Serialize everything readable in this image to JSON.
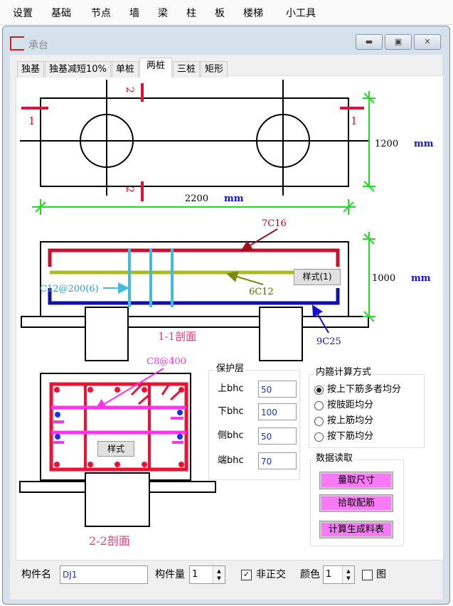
{
  "menu": [
    "设置",
    "基础",
    "节点",
    "墙",
    "梁",
    "柱",
    "板",
    "楼梯",
    "小工具"
  ],
  "window": {
    "title": "承台",
    "minimize": "▬",
    "maximize": "▣",
    "close": "✕"
  },
  "tabs": [
    "独基",
    "独基减短10%",
    "单桩",
    "两桩",
    "三桩",
    "矩形"
  ],
  "active_tab": "两桩",
  "plan": {
    "section1": "1",
    "section2": "2",
    "width": "2200",
    "height": "1200",
    "unit": "mm"
  },
  "section11": {
    "top_bar": "7C16",
    "middle_bar": "6C12",
    "bottom_bar": "9C25",
    "stirrup": "C12@200(6)",
    "style_button": "样式(1)",
    "title": "1-1剖面",
    "height": "1000",
    "unit": "mm"
  },
  "section22": {
    "stirrup": "C8@400",
    "style_button": "样式",
    "title": "2-2剖面"
  },
  "cover": {
    "title": "保护层",
    "fields": [
      {
        "label": "上bhc",
        "value": "50"
      },
      {
        "label": "下bhc",
        "value": "100"
      },
      {
        "label": "侧bhc",
        "value": "50"
      },
      {
        "label": "端bhc",
        "value": "70"
      }
    ]
  },
  "inner_stirrup": {
    "title": "内箍计算方式",
    "options": [
      "按上下筋多者均分",
      "按肢距均分",
      "按上筋均分",
      "按下筋均分"
    ],
    "selected": 0
  },
  "data_read": {
    "title": "数据读取",
    "buttons": [
      "量取尺寸",
      "拾取配筋",
      "计算生成料表"
    ]
  },
  "bottom": {
    "name_label": "构件名",
    "name_value": "DJ1",
    "qty_label": "构件量",
    "qty_value": "1",
    "nonortho_label": "非正交",
    "nonortho_checked": true,
    "color_label": "颜色",
    "color_value": "1",
    "pic_label": "图",
    "pic_checked": false
  },
  "colors": {
    "red": "#e0103a",
    "magenta": "#ff33ee",
    "green": "#22dd22",
    "blue": "#1111cc",
    "cyan": "#44bbdd",
    "olive": "#aabb22"
  }
}
